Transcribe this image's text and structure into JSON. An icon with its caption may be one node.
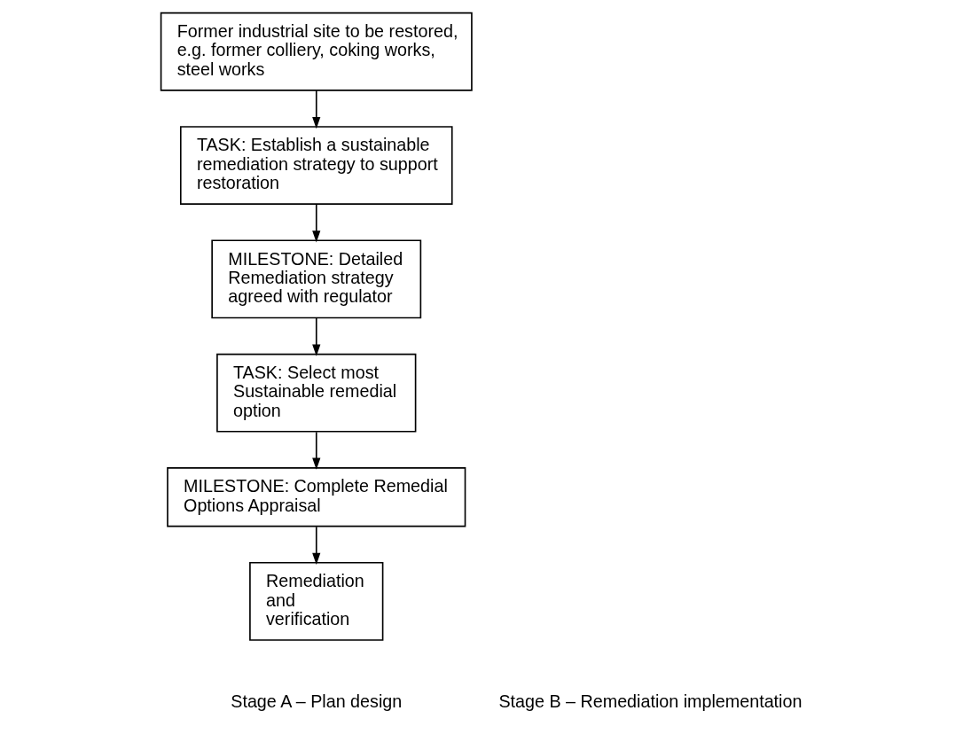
{
  "diagram": {
    "nodes": [
      {
        "text": [
          "Former industrial site to be restored, e.g. former colliery, coking works, steel works"
        ]
      },
      {
        "text": [
          "TASK: Establish a sustainable remediation strategy to support restoration"
        ]
      },
      {
        "text": [
          "MILESTONE: Detailed Remediation strategy agreed with regulator"
        ]
      },
      {
        "text": [
          "TASK: Select most Sustainable remedial option"
        ]
      },
      {
        "text": [
          "MILESTONE: Complete Remedial Options Appraisal"
        ]
      },
      {
        "text": [
          "Remediation and verification"
        ]
      }
    ],
    "edges": [
      {
        "from": 0,
        "to": 1,
        "arrow": "to"
      },
      {
        "from": 1,
        "to": 2,
        "arrow": "to"
      },
      {
        "from": 2,
        "to": 3,
        "arrow": "to"
      },
      {
        "from": 3,
        "to": 4,
        "arrow": "to"
      },
      {
        "from": 4,
        "to": 5,
        "arrow": "to"
      }
    ],
    "labels": [
      "Stage A – Plan design",
      "Stage B – Remediation implementation"
    ]
  }
}
